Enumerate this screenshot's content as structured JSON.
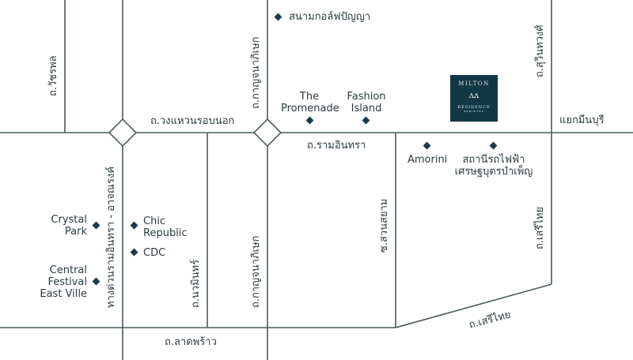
{
  "roads": {
    "wacharaphon": "ถ.วัชรพล",
    "kanchanaphisek_top": "ถ.กาญจนาภิเษก",
    "kanchanaphisek_bottom": "ถ.กาญจนาภิเษก",
    "sukhumvit": "ถ.สุวินทวงศ์",
    "outer_ring": "ถ.วงแหวนรอบนอก",
    "ramintra": "ถ.รามอินทรา",
    "expressway": "ทางด่วนรามอินทรา - อาจณรงค์",
    "nawamin": "ถ.นวมินทร์",
    "suan_siam": "ซ.สวนสยาม",
    "seri_thai_vertical": "ถ.เสรีไทย",
    "seri_thai_diagonal": "ถ.เสรีไทย",
    "lat_phrao": "ถ.ลาดพร้าว",
    "minburi_junction": "แยกมีนบุรี"
  },
  "landmarks": {
    "golf": "สนามกอล์ฟปัญญา",
    "promenade": "The Promenade",
    "fashion_island": "Fashion Island",
    "amorini": "Amorini",
    "skytrain": "สถานีรถไฟฟ้า เศรษฐบุตรบำเพ็ญ",
    "crystal_park": "Crystal Park",
    "chic_republic": "Chic Republic",
    "cdc": "CDC",
    "central": "Central Festival East Ville"
  },
  "logo": {
    "top": "MILTON",
    "mark": "ʌʌ",
    "bottom": "RESIDENCE",
    "sub": "RAMINTRA"
  },
  "colors": {
    "road": "#4a5a5e",
    "accent": "#123848"
  }
}
